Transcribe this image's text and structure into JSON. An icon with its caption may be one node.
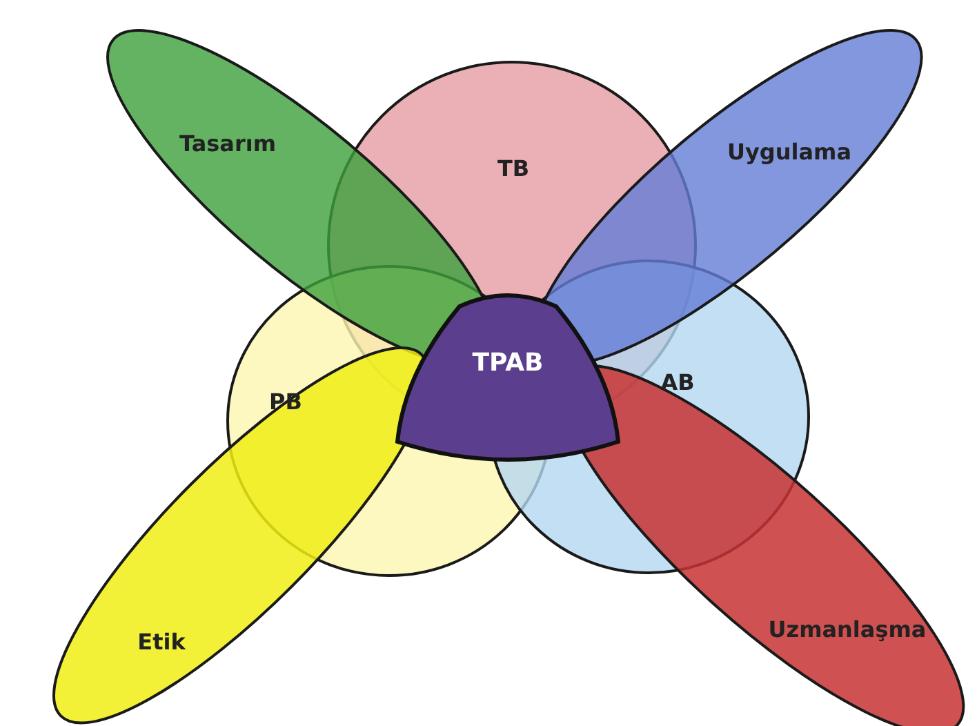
{
  "diagram": {
    "nodes": [
      {
        "text": [
          "Tasarım"
        ]
      },
      {
        "text": [
          "TB"
        ]
      },
      {
        "text": [
          "Uygulama"
        ]
      },
      {
        "text": [
          "PB"
        ]
      },
      {
        "text": [
          "TPAB"
        ]
      },
      {
        "text": [
          "AB"
        ]
      },
      {
        "text": [
          "Etik"
        ]
      },
      {
        "text": [
          "Uzmanlaşma"
        ]
      }
    ]
  }
}
